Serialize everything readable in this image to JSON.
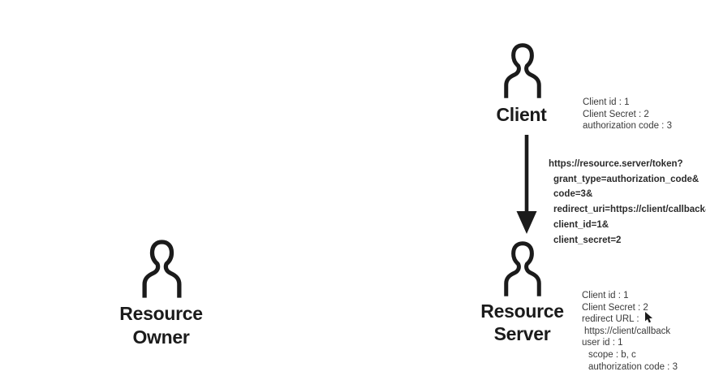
{
  "colors": {
    "background": "#ffffff",
    "ink": "#1b1b1b",
    "info_text": "#3a3a3a",
    "request_text": "#2b2b2b"
  },
  "icons": {
    "person": "person-silhouette-outline-icon",
    "arrow": "down-arrow-icon",
    "cursor": "mouse-pointer-icon"
  },
  "actors": {
    "client": {
      "label": "Client",
      "info": [
        "Client id : 1",
        "Client Secret : 2",
        "authorization code : 3"
      ]
    },
    "resource_server": {
      "label_line1": "Resource",
      "label_line2": "Server",
      "info": [
        "Client id : 1",
        "Client Secret : 2",
        "redirect URL :",
        "https://client/callback",
        "user id : 1",
        "scope : b, c",
        "authorization code : 3"
      ]
    },
    "resource_owner": {
      "label_line1": "Resource",
      "label_line2": "Owner"
    }
  },
  "request": {
    "lines": [
      "https://resource.server/token?",
      "grant_type=authorization_code&",
      "code=3&",
      "redirect_uri=https://client/callback&",
      "client_id=1&",
      "client_secret=2"
    ]
  }
}
